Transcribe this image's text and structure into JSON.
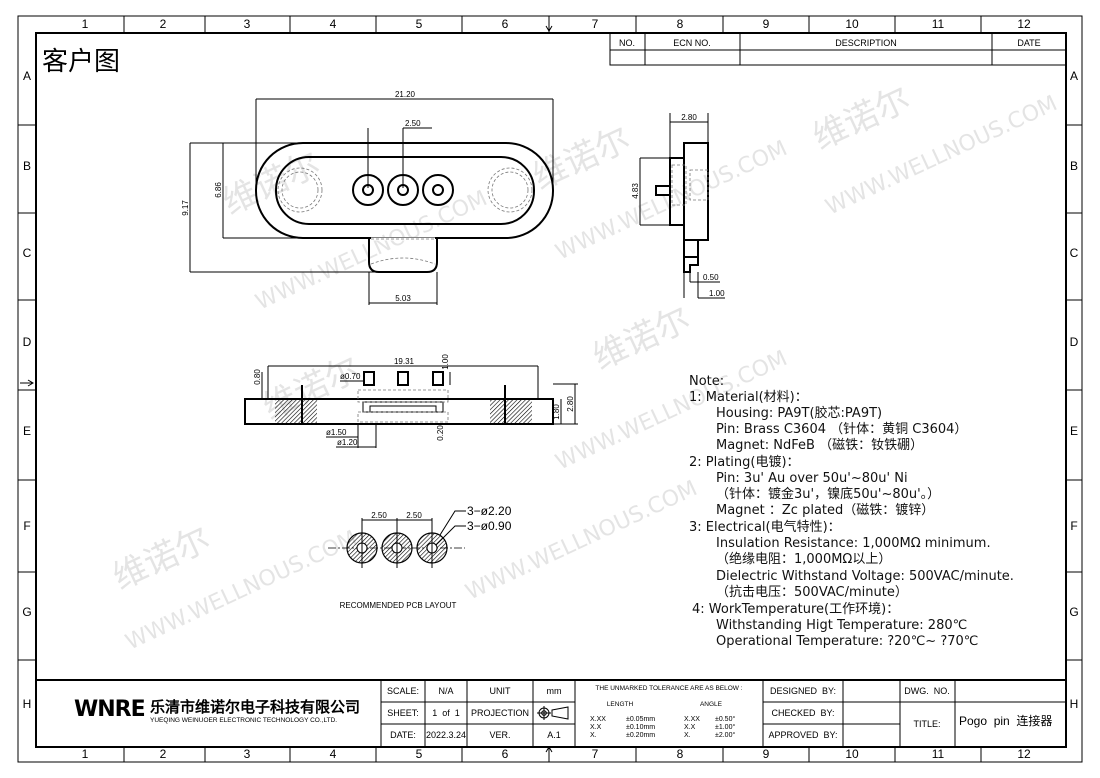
{
  "frame": {
    "columns": [
      "1",
      "2",
      "3",
      "4",
      "5",
      "6",
      "7",
      "8",
      "9",
      "10",
      "11",
      "12"
    ],
    "rows": [
      "A",
      "B",
      "C",
      "D",
      "E",
      "F",
      "G",
      "H"
    ]
  },
  "header": {
    "title": "客户图"
  },
  "revision_table": {
    "headers": [
      "NO.",
      "ECN NO.",
      "DESCRIPTION",
      "DATE"
    ]
  },
  "front_view": {
    "dims": {
      "width": "21.20",
      "height_total": "9.17",
      "height_body": "6.86",
      "tab_width": "5.03",
      "pitch": "2.50"
    }
  },
  "side_view": {
    "dims": {
      "depth": "2.80",
      "height": "4.83",
      "step1": "0.50",
      "step2": "1.00"
    }
  },
  "section_view": {
    "dims": {
      "span": "19.31",
      "pin_height": "1.00",
      "top": "0.80",
      "pin_dia": "ø0.70",
      "body_h": "1.80",
      "total_h": "2.80",
      "d1": "ø1.50",
      "d2": "ø1.20",
      "gap": "0.20"
    }
  },
  "pcb_layout": {
    "pitch1": "2.50",
    "pitch2": "2.50",
    "outer": "3−ø2.20",
    "inner": "3−ø0.90",
    "caption": "RECOMMENDED PCB LAYOUT"
  },
  "notes": {
    "title": "Note:",
    "lines": [
      "1:  Material(材料)：",
      "Housing:  PA9T(胶芯:PA9T)",
      "Pin:  Brass  C3604 （针体：黄铜 C3604）",
      "Magnet:  NdFeB       （磁铁：钕铁硼）",
      "2:  Plating(电镀)：",
      "Pin:  3u'  Au  over  50u'~80u'  Ni",
      "（针体：镀金3u'，镍底50u'~80u'。）",
      "Magnet  ：Zc plated（磁铁：镀锌）",
      "3:  Electrical(电气特性)：",
      "Insulation  Resistance:  1,000MΩ  minimum.",
      "（绝缘电阻：1,000MΩ以上）",
      "Dielectric  Withstand  Voltage:  500VAC/minute.",
      "（抗击电压：500VAC/minute）",
      "4:  WorkTemperature(工作环境)：",
      "Withstanding  Higt  Temperature:  280℃",
      "Operational  Temperature:  ?20℃~  ?70℃"
    ]
  },
  "title_block": {
    "logo": "WNRE",
    "company_cn": "乐清市维诺尔电子科技有限公司",
    "company_en": "YUEQING WEINUOER ELECTRONIC TECHNOLOGY CO.,LTD.",
    "scale_label": "SCALE:",
    "scale": "N/A",
    "unit_label": "UNIT",
    "unit": "mm",
    "sheet_label": "SHEET:",
    "sheet": "1  of  1",
    "projection_label": "PROJECTION",
    "date_label": "DATE:",
    "date": "2022.3.24",
    "ver_label": "VER.",
    "ver": "A.1",
    "tolerance_title": "THE UNMARKED TOLERANCE ARE AS BELOW :",
    "length_label": "LENGTH",
    "angle_label": "ANGLE",
    "tolerances": [
      {
        "lk": "X.XX",
        "lv": "±0.05mm",
        "ak": "X.XX",
        "av": "±0.50°"
      },
      {
        "lk": "X.X",
        "lv": "±0.10mm",
        "ak": "X.X",
        "av": "±1.00°"
      },
      {
        "lk": "X.",
        "lv": "±0.20mm",
        "ak": "X.",
        "av": "±2.00°"
      }
    ],
    "designed_by": "DESIGNED  BY:",
    "checked_by": "CHECKED  BY:",
    "approved_by": "APPROVED  BY:",
    "dwg_no_label": "DWG.  NO.",
    "title_label": "TITLE:",
    "title": "Pogo  pin  连接器"
  },
  "watermark": {
    "cn": "维诺尔",
    "en": "WWW.WELLNOUS.COM"
  }
}
